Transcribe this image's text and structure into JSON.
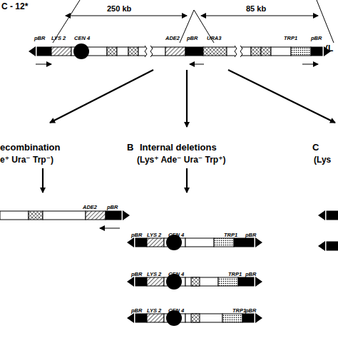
{
  "diagram": {
    "labels": [
      "C - 12*",
      "250 kb",
      "85 kb",
      "pBR",
      "LYS 2",
      "CEN 4",
      "ADE2",
      "pBR",
      "URA3",
      "TRP1",
      "pBR",
      "(L",
      "ecombination",
      "e⁺ Ura⁻ Trp⁻)",
      "B",
      "Internal deletions",
      "(Lys⁺ Ade⁻ Ura⁻ Trp⁺)",
      "C",
      "(Lys",
      "ADE2",
      "pBR",
      "pBR",
      "LYS 2",
      "CEN 4",
      "TRP1",
      "pBR",
      "pBR",
      "LYS 2",
      "CEN 4",
      "TRP1",
      "pBR",
      "pBR",
      "LYS 2",
      "CEN 4",
      "TRP1",
      "pBR"
    ]
  }
}
